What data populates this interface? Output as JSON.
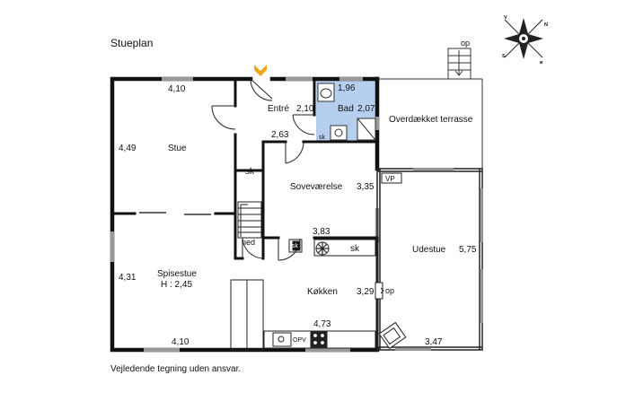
{
  "header": {
    "title": "Stueplan"
  },
  "footer": {
    "disclaimer": "Vejledende tegning uden ansvar."
  },
  "compass": {
    "n": "N",
    "s": "S",
    "v": "V",
    "o": "ø"
  },
  "rooms": {
    "stue": "Stue",
    "entre": "Entré",
    "bad": "Bad",
    "terrasse": "Overdækket terrasse",
    "sovevaerelse": "Soveværelse",
    "spisestue": "Spisestue",
    "spisestue_height": "H : 2,45",
    "kokken": "Køkken",
    "udestue": "Udestue",
    "sk1": "sk",
    "sk2": "sk",
    "sk3": "sk",
    "sk4": "sk",
    "ned": "ned",
    "op_top": "op",
    "op_right": "op",
    "vp": "VP",
    "opv": "OPV"
  },
  "dimensions": {
    "stue_w": "4,10",
    "stue_h": "4,49",
    "entre_w": "2,10",
    "entre_h": "2,63",
    "bad_w": "1,96",
    "bad_h": "2,07",
    "sove_w": "3,83",
    "sove_h": "3,35",
    "spise_h": "4,31",
    "spise_w": "4,10",
    "kokken_w": "4,73",
    "kokken_h": "3,29",
    "udestue_h": "5,75",
    "udestue_w": "3,47"
  },
  "colors": {
    "wall": "#111111",
    "bath": "#b7cfee",
    "arrow": "#f0a818",
    "window": "#9a9a9a"
  }
}
